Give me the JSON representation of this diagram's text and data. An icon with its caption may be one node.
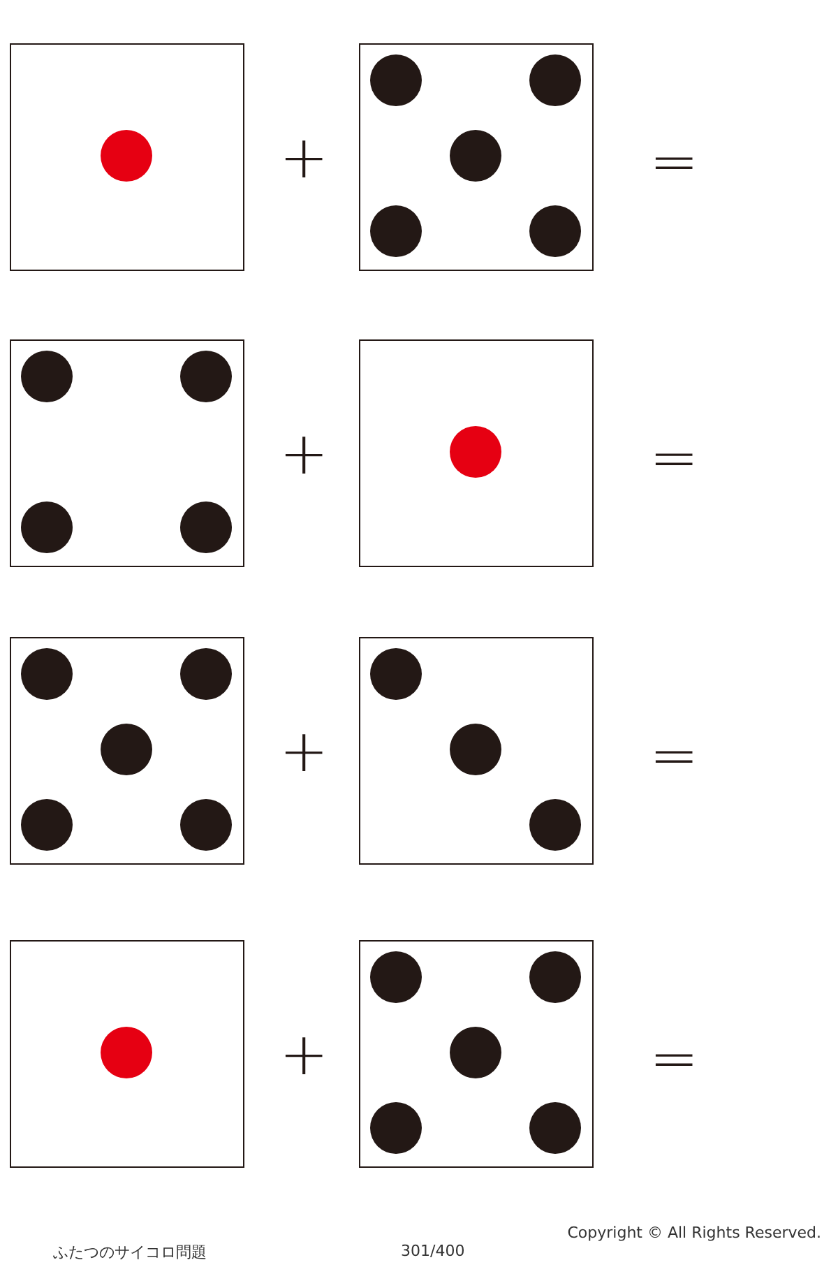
{
  "diagram": {
    "nodes": [
      {
        "text": [],
        "shape": "box"
      },
      {
        "text": [],
        "shape": "box"
      },
      {
        "text": [],
        "shape": "box"
      },
      {
        "text": [],
        "shape": "box"
      },
      {
        "text": [],
        "shape": "box"
      },
      {
        "text": [],
        "shape": "box"
      },
      {
        "text": [],
        "shape": "box"
      },
      {
        "text": [],
        "shape": "box"
      }
    ],
    "labels": [
      "+",
      "=",
      "+",
      "=",
      "+",
      "=",
      "+",
      "=",
      "ふたつのサイコロ問題",
      "301/400",
      "Copyright © All Rights Reserved."
    ]
  }
}
